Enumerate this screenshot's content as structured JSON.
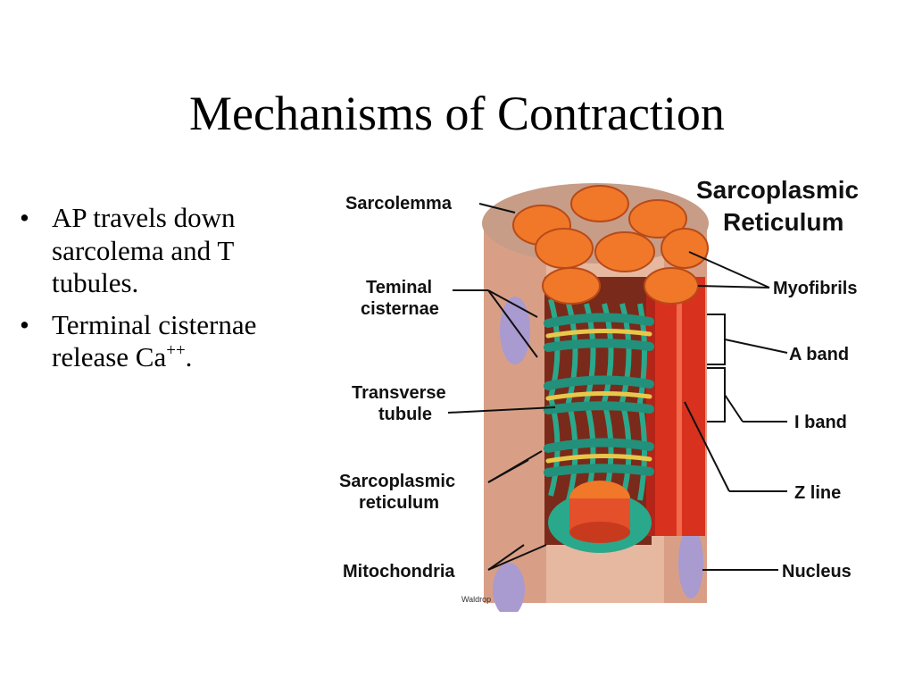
{
  "slide": {
    "title": "Mechanisms of Contraction",
    "bullets": [
      {
        "text": "AP travels down sarcolema and T tubules."
      },
      {
        "text": "Terminal cisternae release Ca",
        "superscript": "++",
        "suffix": "."
      }
    ]
  },
  "diagram": {
    "title_line1": "Sarcoplasmic",
    "title_line2": "Reticulum",
    "labels": {
      "sarcolemma": "Sarcolemma",
      "terminal_cisternae_1": "Teminal",
      "terminal_cisternae_2": "cisternae",
      "transverse_tubule_1": "Transverse",
      "transverse_tubule_2": "tubule",
      "sarcoplasmic_reticulum_1": "Sarcoplasmic",
      "sarcoplasmic_reticulum_2": "reticulum",
      "mitochondria": "Mitochondria",
      "myofibrils": "Myofibrils",
      "a_band": "A band",
      "i_band": "I band",
      "z_line": "Z line",
      "nucleus": "Nucleus"
    },
    "credit": "Waldrop",
    "colors": {
      "sarcolemma": "#dba98f",
      "myofibril_end": "#f07828",
      "myofibril_side": "#d8321e",
      "reticulum": "#2aa88c",
      "t_tubule": "#e8c84a",
      "nucleus": "#a99ad0"
    }
  }
}
